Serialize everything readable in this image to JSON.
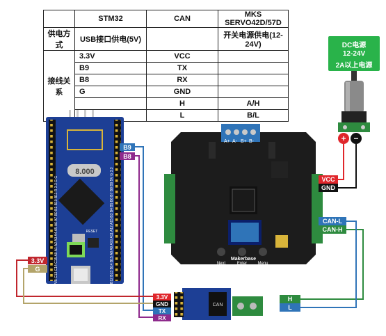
{
  "table": {
    "headers": [
      "",
      "STM32",
      "CAN",
      "MKS SERVO42D/57D"
    ],
    "power_label": "供电方式",
    "stm32_power": "USB接口供电(5V)",
    "can_power": "",
    "servo_power": "开关电源供电(12-24V)",
    "wiring_label": "接线关系",
    "rows": [
      {
        "stm32": "3.3V",
        "can": "VCC",
        "servo": ""
      },
      {
        "stm32": "B9",
        "can": "TX",
        "servo": ""
      },
      {
        "stm32": "B8",
        "can": "RX",
        "servo": ""
      },
      {
        "stm32": "G",
        "can": "GND",
        "servo": ""
      },
      {
        "stm32": "",
        "can": "H",
        "servo": "A/H"
      },
      {
        "stm32": "",
        "can": "L",
        "servo": "B/L"
      }
    ]
  },
  "dc_power": {
    "title": "DC电源",
    "line1": "12-24V",
    "line2": "2A以上电源"
  },
  "dc_terminals": {
    "plus": "+",
    "minus": "−"
  },
  "stm32_board": {
    "crystal": "8.000",
    "pins_top": "VB C13 C14 C15 A0 A1 A2 A3 A4 A5 A6 A7 B0 B1 B10 B11 R 3.3 G G",
    "pins_bottom": "B12 B13 B14 B15 A8 A9 A10 A11 A12 A15 B3 B4 B5 B6 B7 B8 B9 5V G 3.3",
    "reset": "RESET"
  },
  "stm32_labels": {
    "b9": "B9",
    "b8": "B8",
    "v33": "3.3V",
    "g": "G"
  },
  "servo_board": {
    "brand": "Makerbase",
    "buttons": [
      "Next",
      "Enter",
      "Menu"
    ],
    "terminal_labels": [
      "A+",
      "A-",
      "B+",
      "B-"
    ]
  },
  "servo_labels": {
    "vcc": "VCC",
    "gnd": "GND",
    "can_l": "CAN-L",
    "can_h": "CAN-H"
  },
  "can_module": {
    "chip": "CAN",
    "pins": [
      "3.3V",
      "GND",
      "TX",
      "RX"
    ],
    "out_h": "H",
    "out_l": "L"
  },
  "colors": {
    "red": "#e0262b",
    "black": "#111111",
    "purple": "#8e2a8c",
    "blue": "#2f74b8",
    "olive": "#b3a46a",
    "dark_red": "#c0262d",
    "green_board": "#2e8b3f",
    "pcb_black": "#1c1c1c",
    "stm_blue": "#1d3f95"
  }
}
